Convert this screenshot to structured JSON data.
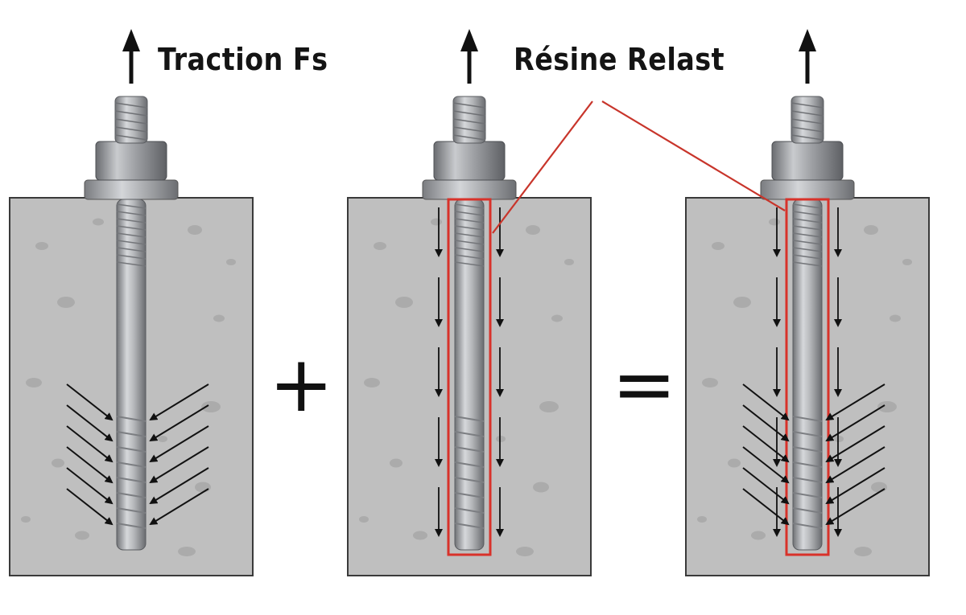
{
  "labels": {
    "traction": "Traction Fs",
    "resin": "Résine Relast"
  },
  "operators": {
    "plus": "+",
    "equals": "="
  },
  "panels": [
    {
      "id": "mechanical",
      "resin_highlight": false,
      "wedge_arrows": true,
      "axial_arrows": false
    },
    {
      "id": "resin",
      "resin_highlight": true,
      "wedge_arrows": false,
      "axial_arrows": true
    },
    {
      "id": "combined",
      "resin_highlight": true,
      "wedge_arrows": true,
      "axial_arrows": true
    }
  ],
  "colors": {
    "concrete": "#bfbfbf",
    "concrete_dark": "#9a9a9a",
    "rod": "#a7a9ac",
    "resin_outline": "#d8322a",
    "leader_line": "#c8352b",
    "arrows": "#111111"
  }
}
